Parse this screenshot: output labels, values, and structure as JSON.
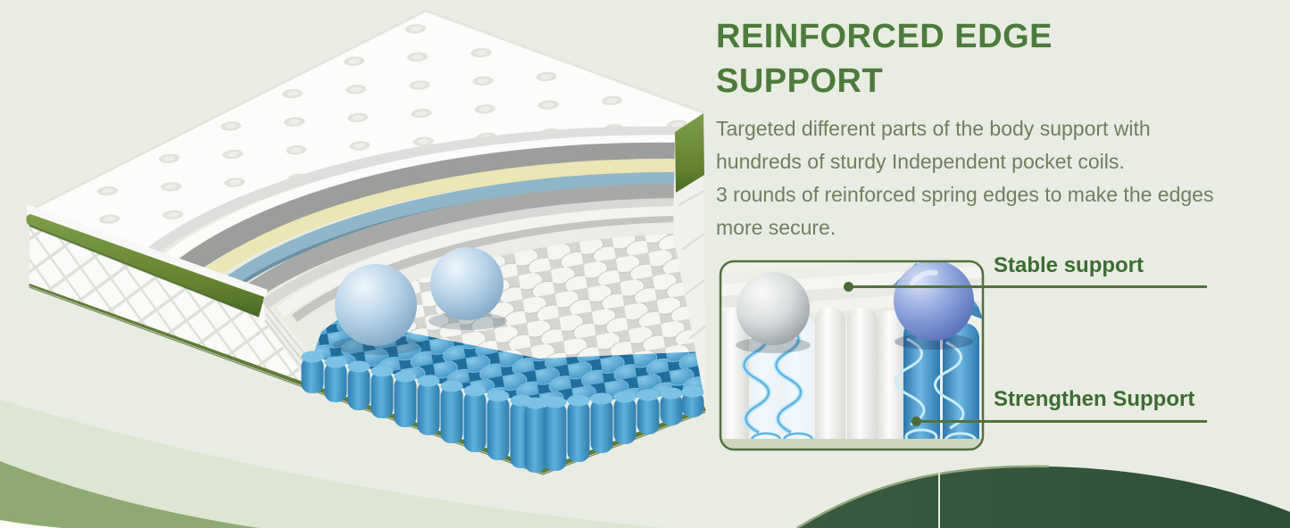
{
  "hero": {
    "title": "REINFORCED EDGE SUPPORT",
    "paragraphs": [
      "Targeted different parts of the body support with hundreds of sturdy Independent pocket coils.",
      "3 rounds of reinforced spring edges to make the edges more secure."
    ],
    "callouts": [
      {
        "label": "Stable support"
      },
      {
        "label": "Strengthen Support"
      }
    ]
  },
  "colors": {
    "background": "#e9ece2",
    "heading_green": "#4d7b3c",
    "body_text_green": "#6f7f60",
    "callout_label_green": "#3c6c34",
    "callout_line_green": "#53713f",
    "inset_frame_green": "#51703e",
    "mattress_band_green": "#6f923f",
    "coil_blue": "#4c9fcc",
    "comfort_ball_blue": "#b5d0e6",
    "inset_ball_blue": "#93a8de",
    "inset_ball_silver": "#d9dcdd",
    "swoosh_dark_green": "#34523a",
    "swoosh_sage": "#8fa973",
    "swoosh_light_band": "#dde6d2",
    "seam_line_cream": "#e6e8d6"
  }
}
